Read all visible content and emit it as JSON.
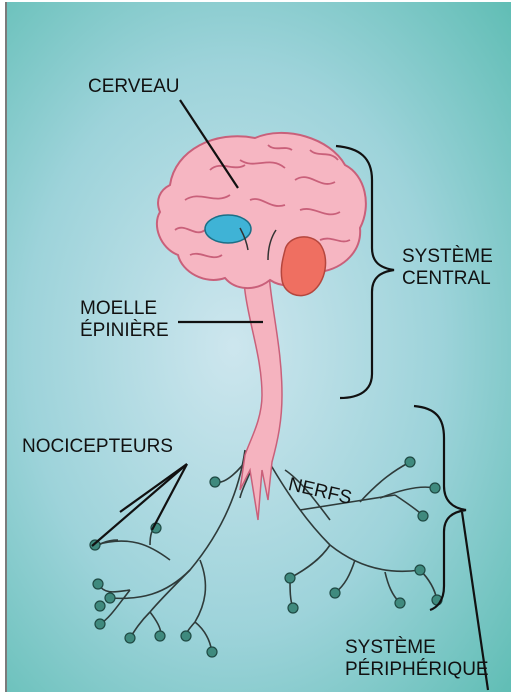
{
  "labels": {
    "cerveau": "CERVEAU",
    "moelle_line1": "MOELLE",
    "moelle_line2": "ÉPINIÈRE",
    "central_line1": "SYSTÈME",
    "central_line2": "CENTRAL",
    "nocicepteurs": "NOCICEPTEURS",
    "nerfs": "NERFS",
    "peripherique_line1": "SYSTÈME",
    "peripherique_line2": "PÉRIPHÉRIQUE"
  },
  "colors": {
    "background_light": "#cde6ee",
    "background_dark": "#5fbdb4",
    "brain": "#f6b6c2",
    "brain_outline": "#c9607a",
    "spinal_cord": "#f5b3bf",
    "blue_region": "#3fb3d6",
    "red_region": "#ef6f61",
    "receptor": "#3f8a7e",
    "text": "#111111"
  }
}
